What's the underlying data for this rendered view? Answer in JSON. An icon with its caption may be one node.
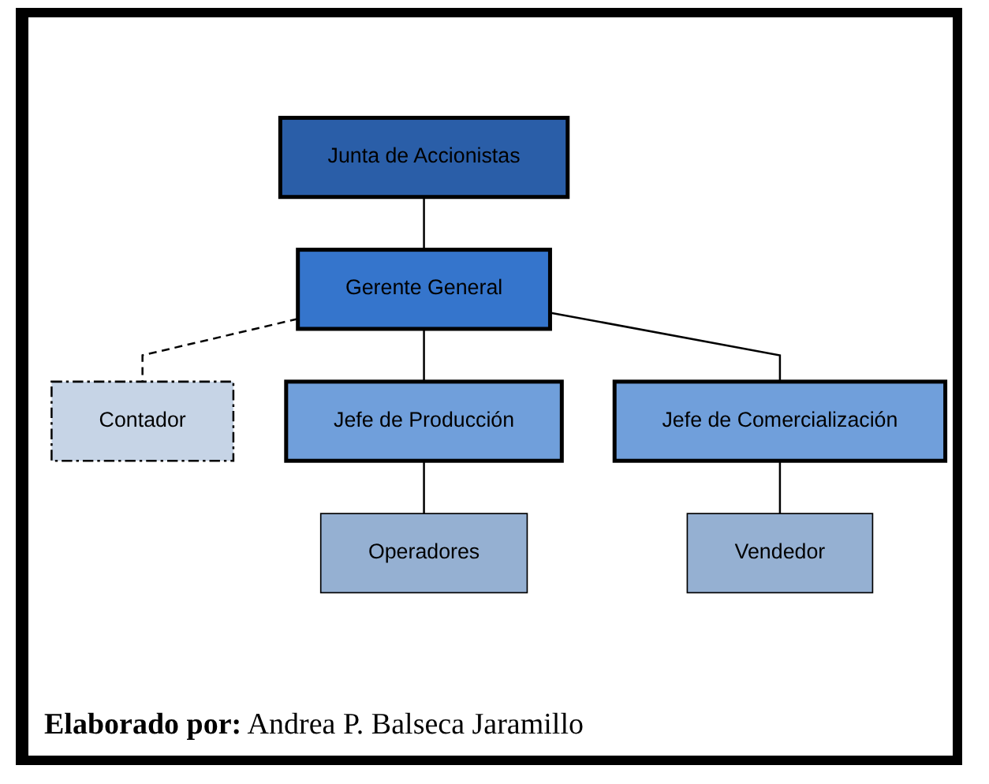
{
  "diagram": {
    "caption": "**Elaborado por:** Andrea P. Balseca Jaramillo",
    "nodes": [
      {
        "text": [
          "Junta de Accionistas"
        ]
      },
      {
        "text": [
          "Gerente General"
        ]
      },
      {
        "text": [
          "Contador"
        ]
      },
      {
        "text": [
          "Jefe de Producción"
        ]
      },
      {
        "text": [
          "Jefe de Comercialización"
        ]
      },
      {
        "text": [
          "Operadores"
        ]
      },
      {
        "text": [
          "Vendedor"
        ]
      }
    ],
    "edges": [
      {
        "from": 0,
        "to": 1,
        "arrow": "none"
      },
      {
        "from": 1,
        "to": 2,
        "arrow": "none",
        "style": "dashed"
      },
      {
        "from": 1,
        "to": 3,
        "arrow": "none"
      },
      {
        "from": 1,
        "to": 4,
        "arrow": "none"
      },
      {
        "from": 3,
        "to": 5,
        "arrow": "none"
      },
      {
        "from": 4,
        "to": 6,
        "arrow": "none"
      }
    ]
  }
}
